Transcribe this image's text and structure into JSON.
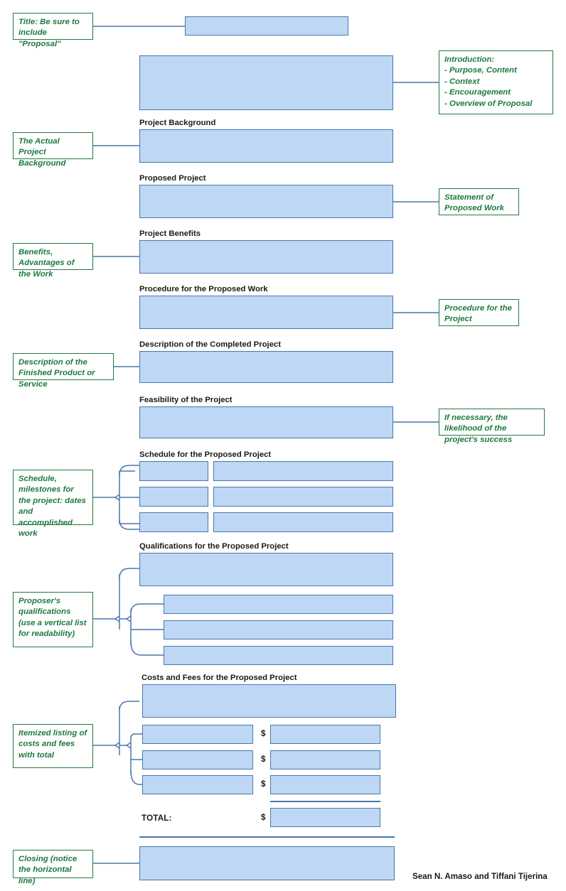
{
  "document": {
    "authors": "Sean N. Amaso and Tiffani Tijerina"
  },
  "annotations": {
    "title": "Title: Be sure to include \"Proposal\"",
    "introduction": "Introduction:\n- Purpose, Content\n- Context\n- Encouragement\n- Overview of Proposal",
    "project_background": "The Actual Project Background",
    "proposed_project": "Statement of Proposed Work",
    "project_benefits": "Benefits, Advantages of the Work",
    "procedure": "Procedure for the Project",
    "description": "Description of the Finished Product or Service",
    "feasibility": "If necessary, the likelihood of the project's success",
    "schedule": "Schedule, milestones for the project: dates and accomplished work",
    "qualifications": "Proposer's qualifications (use a vertical list for readability)",
    "costs": "Itemized listing of costs and fees with total",
    "closing": "Closing (notice the horizontal line)"
  },
  "headings": {
    "project_background": "Project Background",
    "proposed_project": "Proposed Project",
    "project_benefits": "Project Benefits",
    "procedure": "Procedure for the Proposed Work",
    "description": "Description of the Completed Project",
    "feasibility": "Feasibility of the Project",
    "schedule": "Schedule for the Proposed Project",
    "qualifications": "Qualifications for the Proposed Project",
    "costs": "Costs and Fees for the Proposed Project"
  },
  "costs_section": {
    "currency_symbol": "$",
    "total_label": "TOTAL:"
  },
  "colors": {
    "box_fill": "#bdd7f5",
    "box_border": "#4a77ac",
    "note_text": "#1b7a3d",
    "note_border": "#247a3c",
    "heading_text": "#1a1a1a",
    "connector": "#4a77ac"
  }
}
